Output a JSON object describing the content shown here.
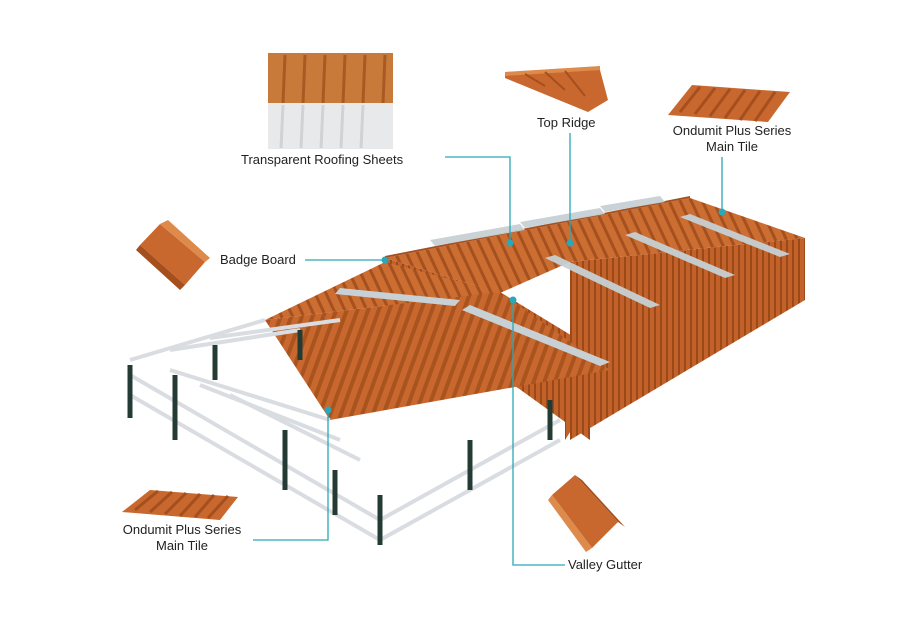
{
  "colors": {
    "roof": "#c8682e",
    "roof_dark": "#a54f1e",
    "roof_light": "#de8a4b",
    "leader": "#2aa7b8",
    "frame": "#d9dde2",
    "post": "#243b33",
    "skylight": "#c7d0d4"
  },
  "labels": {
    "transparent_sheets": "Transparent Roofing Sheets",
    "top_ridge": "Top Ridge",
    "main_tile_top_line1": "Ondumit Plus Series",
    "main_tile_top_line2": "Main Tile",
    "badge_board": "Badge Board",
    "main_tile_bottom_line1": "Ondumit Plus Series",
    "main_tile_bottom_line2": "Main Tile",
    "valley_gutter": "Valley Gutter"
  }
}
